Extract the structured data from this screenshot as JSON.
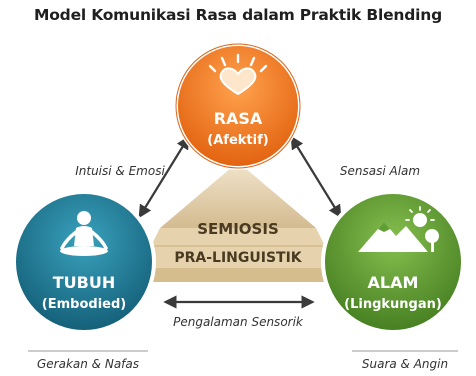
{
  "title": "Model Komunikasi Rasa dalam Praktik Blending",
  "colors": {
    "rasa": "#f07a24",
    "tubuh": "#1f7f99",
    "alam": "#5f9e33",
    "pyramid": "#d8c29a",
    "arrow": "#3a3a3a"
  },
  "nodes": {
    "rasa": {
      "title": "RASA",
      "subtitle": "(Afektif)",
      "icon": "heart-sun-icon"
    },
    "tubuh": {
      "title": "TUBUH",
      "subtitle": "(Embodied)",
      "icon": "meditating-person-icon"
    },
    "alam": {
      "title": "ALAM",
      "subtitle": "(Lingkungan)",
      "icon": "mountain-sun-icon"
    }
  },
  "center": {
    "line1": "SEMIOSIS",
    "line2": "PRA-LINGUISTIK"
  },
  "edges": {
    "rasa_tubuh": "Intuisi & Emosi",
    "rasa_alam": "Sensasi Alam",
    "tubuh_alam": "Pengalaman Sensorik"
  },
  "captions": {
    "tubuh": "Gerakan & Nafas",
    "alam": "Suara & Angin"
  }
}
